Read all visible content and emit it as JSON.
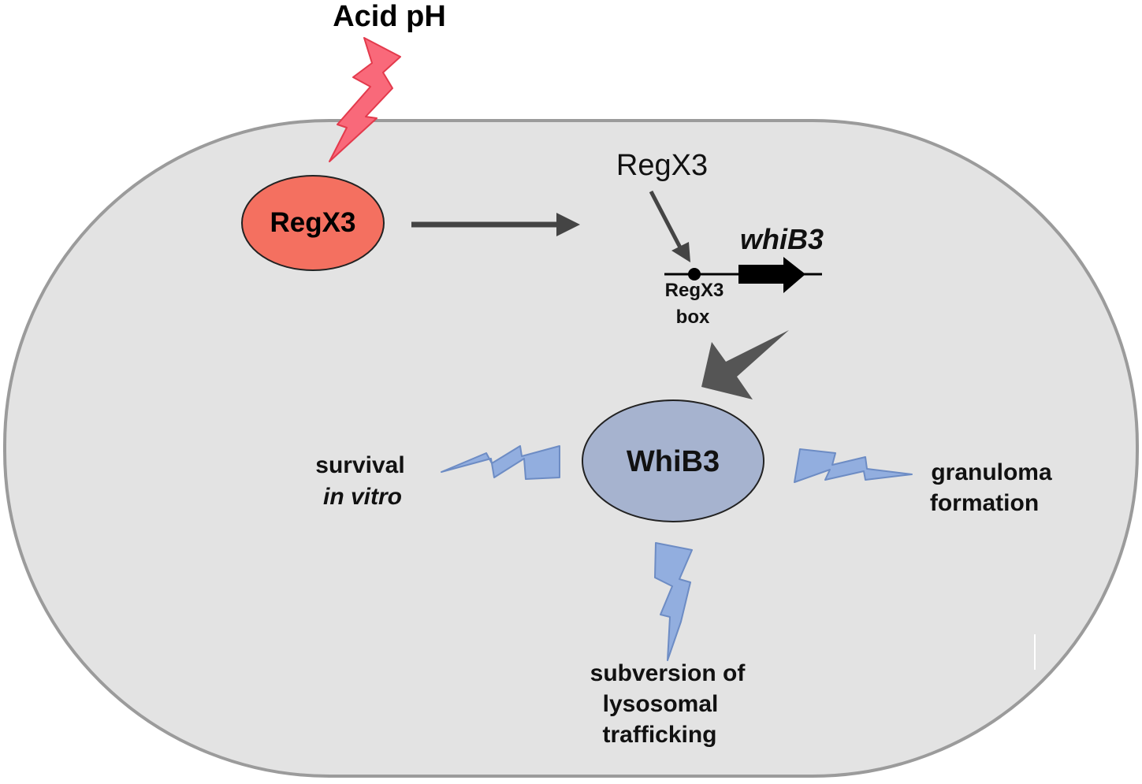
{
  "colors": {
    "cell_fill": "#e3e3e3",
    "cell_stroke": "#9b9b9b",
    "regx3_fill": "#f47060",
    "whib3_fill": "#a6b3cf",
    "bolt_red": "#f9697a",
    "bolt_blue": "#92aedf",
    "arrow_dark": "#444444"
  },
  "labels": {
    "stimulus": "Acid pH",
    "regx3_node": "RegX3",
    "regx3_binding": "RegX3",
    "gene": "whiB3",
    "box_line1": "RegX3",
    "box_line2": "box",
    "whib3_node": "WhiB3",
    "survival_line1": "survival",
    "survival_line2": "in vitro",
    "granuloma_line1": "granuloma",
    "granuloma_line2": "formation",
    "subversion_line1": "subversion of",
    "subversion_line2": "lysosomal",
    "subversion_line3": "trafficking"
  },
  "icons": {
    "stimulus": "lightning-bolt-icon",
    "effect": "lightning-bolt-icon",
    "gene": "gene-arrow-icon"
  }
}
